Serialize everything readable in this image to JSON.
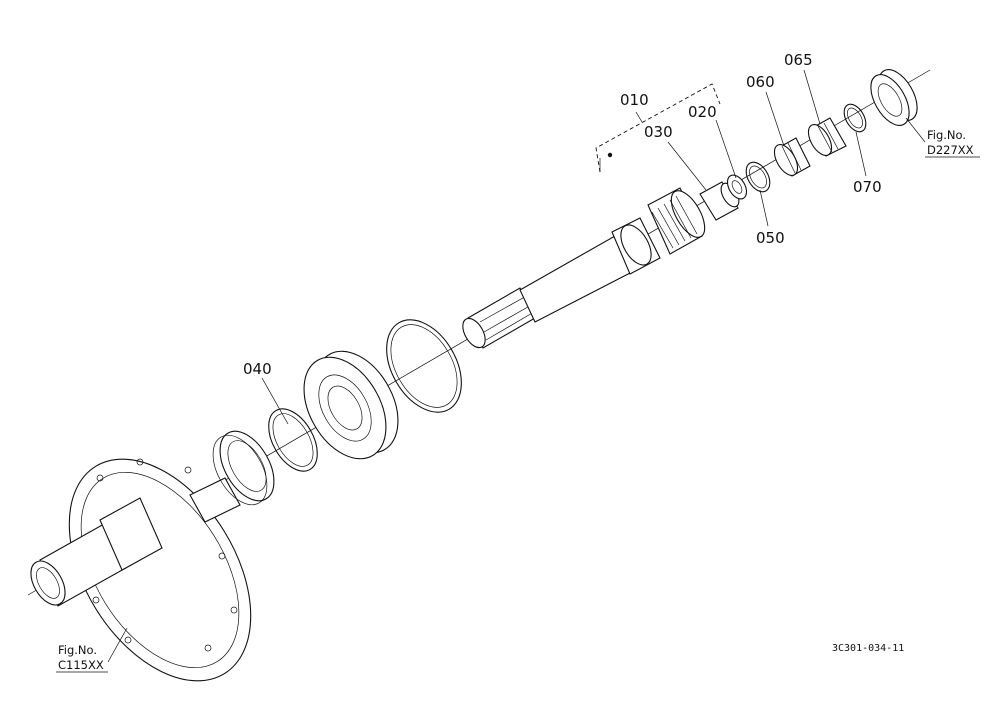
{
  "diagram": {
    "part_labels": [
      "010",
      "020",
      "030",
      "040",
      "050",
      "060",
      "065",
      "070"
    ],
    "figure_refs": [
      {
        "line1": "Fig.No.",
        "line2": "D227XX"
      },
      {
        "line1": "Fig.No.",
        "line2": "C115XX"
      }
    ],
    "drawing_code": "3C301-034-11"
  }
}
